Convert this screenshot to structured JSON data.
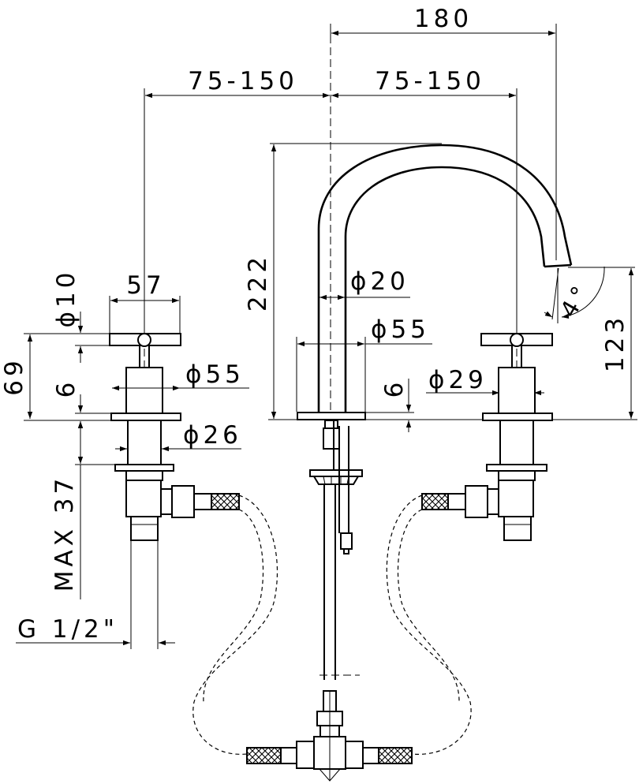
{
  "dimensions": {
    "spout_reach": "180",
    "left_spacing": "75-150",
    "right_spacing": "75-150",
    "spout_height": "222",
    "spout_tube_diameter": "ϕ20",
    "spout_base_diameter": "ϕ55",
    "spout_base_thickness": "6",
    "outlet_height": "123",
    "outlet_angle": "4°",
    "handle_width": "57",
    "handle_bar_diameter": "ϕ10",
    "handle_height": "69",
    "handle_base_diameter": "ϕ55",
    "handle_base_thickness": "6",
    "shank_diameter": "ϕ26",
    "max_mount_thickness": "MAX 37",
    "right_rosette_diameter": "ϕ29",
    "connection_thread": "G 1/2\""
  },
  "colors": {
    "line": "#000000",
    "background": "#ffffff"
  }
}
